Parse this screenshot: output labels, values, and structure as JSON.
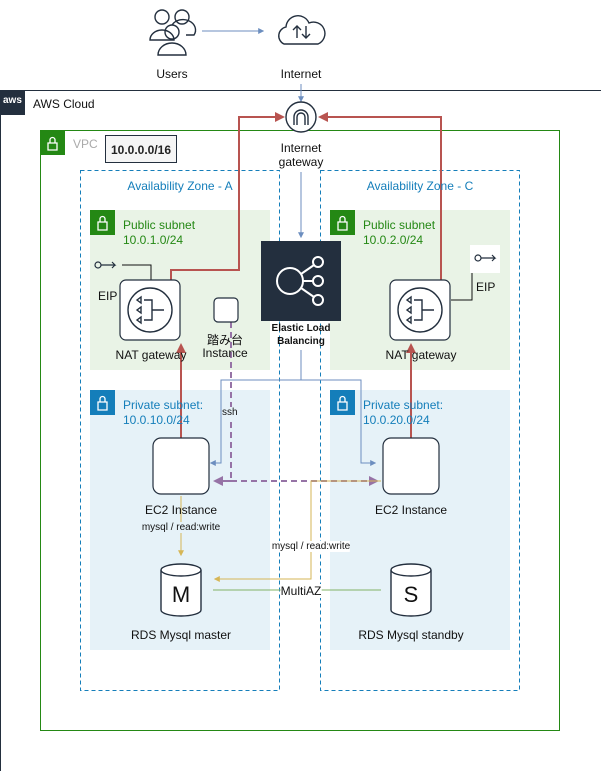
{
  "top": {
    "users": "Users",
    "internet": "Internet"
  },
  "aws": {
    "cloud_label": "AWS Cloud",
    "logo_text": "aws"
  },
  "vpc": {
    "label": "VPC",
    "cidr": "10.0.0.0/16"
  },
  "igw": {
    "label_line1": "Internet",
    "label_line2": "gateway"
  },
  "az_a": {
    "title": "Availability Zone - A",
    "public": {
      "name": "Public subnet",
      "cidr": "10.0.1.0/24"
    },
    "private": {
      "name": "Private subnet:",
      "cidr": "10.0.10.0/24"
    },
    "eip": "EIP",
    "nat": "NAT gateway",
    "bastion_line1": "踏み台",
    "bastion_line2": "Instance",
    "ec2": "EC2 Instance",
    "rds": "RDS Mysql master",
    "rds_letter": "M"
  },
  "az_c": {
    "title": "Availability Zone - C",
    "public": {
      "name": "Public subnet",
      "cidr": "10.0.2.0/24"
    },
    "private": {
      "name": "Private subnet:",
      "cidr": "10.0.20.0/24"
    },
    "eip": "EIP",
    "nat": "NAT gateway",
    "ec2": "EC2 Instance",
    "rds": "RDS Mysql standby",
    "rds_letter": "S"
  },
  "elb": {
    "line1": "Elastic Load",
    "line2": "Balancing"
  },
  "edges": {
    "ssh": "ssh",
    "mysql_a": "mysql / read:write",
    "mysql_c": "mysql / read:write",
    "multiaz": "MultiAZ"
  },
  "colors": {
    "aws_border": "#232f3e",
    "vpc_border": "#248814",
    "az_border": "#147eba",
    "public_fill": "#e9f3e6",
    "private_fill": "#e6f2f8",
    "nat_arrow": "#b85450",
    "ssh_arrow": "#9673a6",
    "mysql_arrow": "#d6b656",
    "elb_arrow": "#6c8ebf",
    "multiaz_line": "#82b366"
  }
}
